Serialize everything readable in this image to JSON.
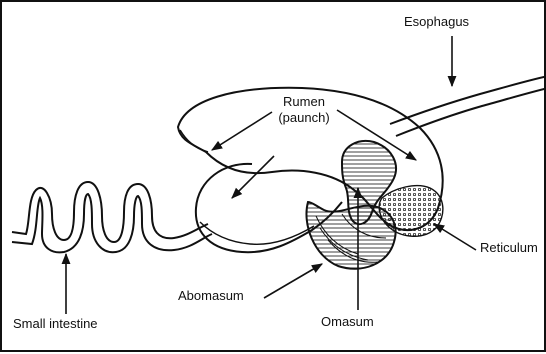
{
  "labels": {
    "esophagus": "Esophagus",
    "rumen": "Rumen",
    "paunch": "(paunch)",
    "omasum": "Omasum",
    "abomasum": "Abomasum",
    "reticulum": "Reticulum",
    "small_intestine": "Small intestine"
  },
  "colors": {
    "ink": "#111111",
    "background": "#ffffff"
  }
}
